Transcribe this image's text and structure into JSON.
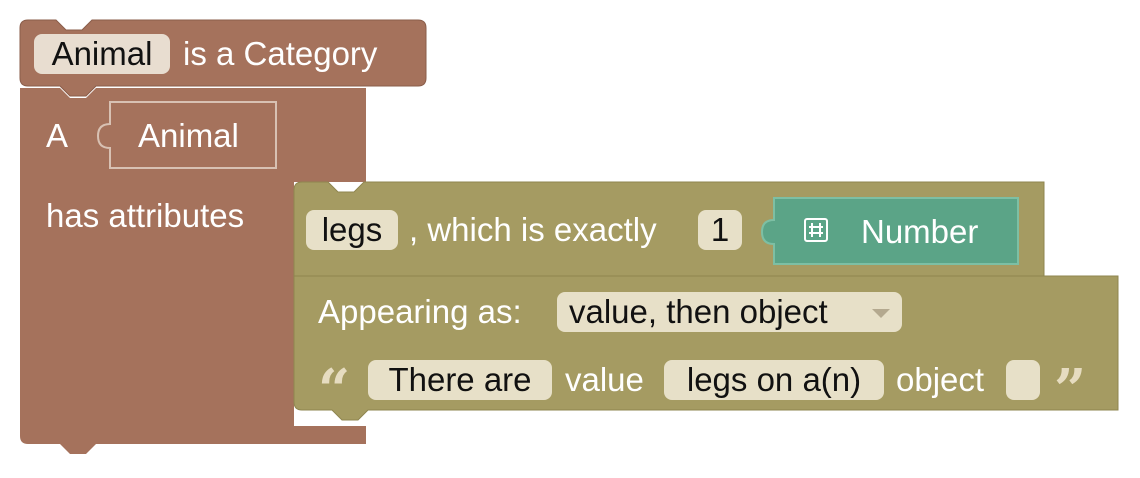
{
  "colors": {
    "category_block": "#a5725c",
    "attribute_block": "#a59b62",
    "type_block": "#5ba487",
    "field_bg": "#e8ddd0",
    "white_text": "#ffffff"
  },
  "category_block": {
    "name_field": "Animal",
    "header_text": "is a Category",
    "article": "A",
    "singular_field": "Animal",
    "attributes_label": "has attributes"
  },
  "attribute_block": {
    "name_field": "legs",
    "which_text": ", which is exactly",
    "count_field": "1",
    "type_block": {
      "icon": "number-grid-icon",
      "label": "Number"
    },
    "appearing_label": "Appearing as:",
    "appearing_value": "value, then object",
    "template": {
      "open_quote": "“",
      "prefix_field": "There are",
      "value_word": "value",
      "middle_field": "legs on a(n)",
      "object_word": "object",
      "suffix_field": "",
      "close_quote": "”"
    }
  }
}
